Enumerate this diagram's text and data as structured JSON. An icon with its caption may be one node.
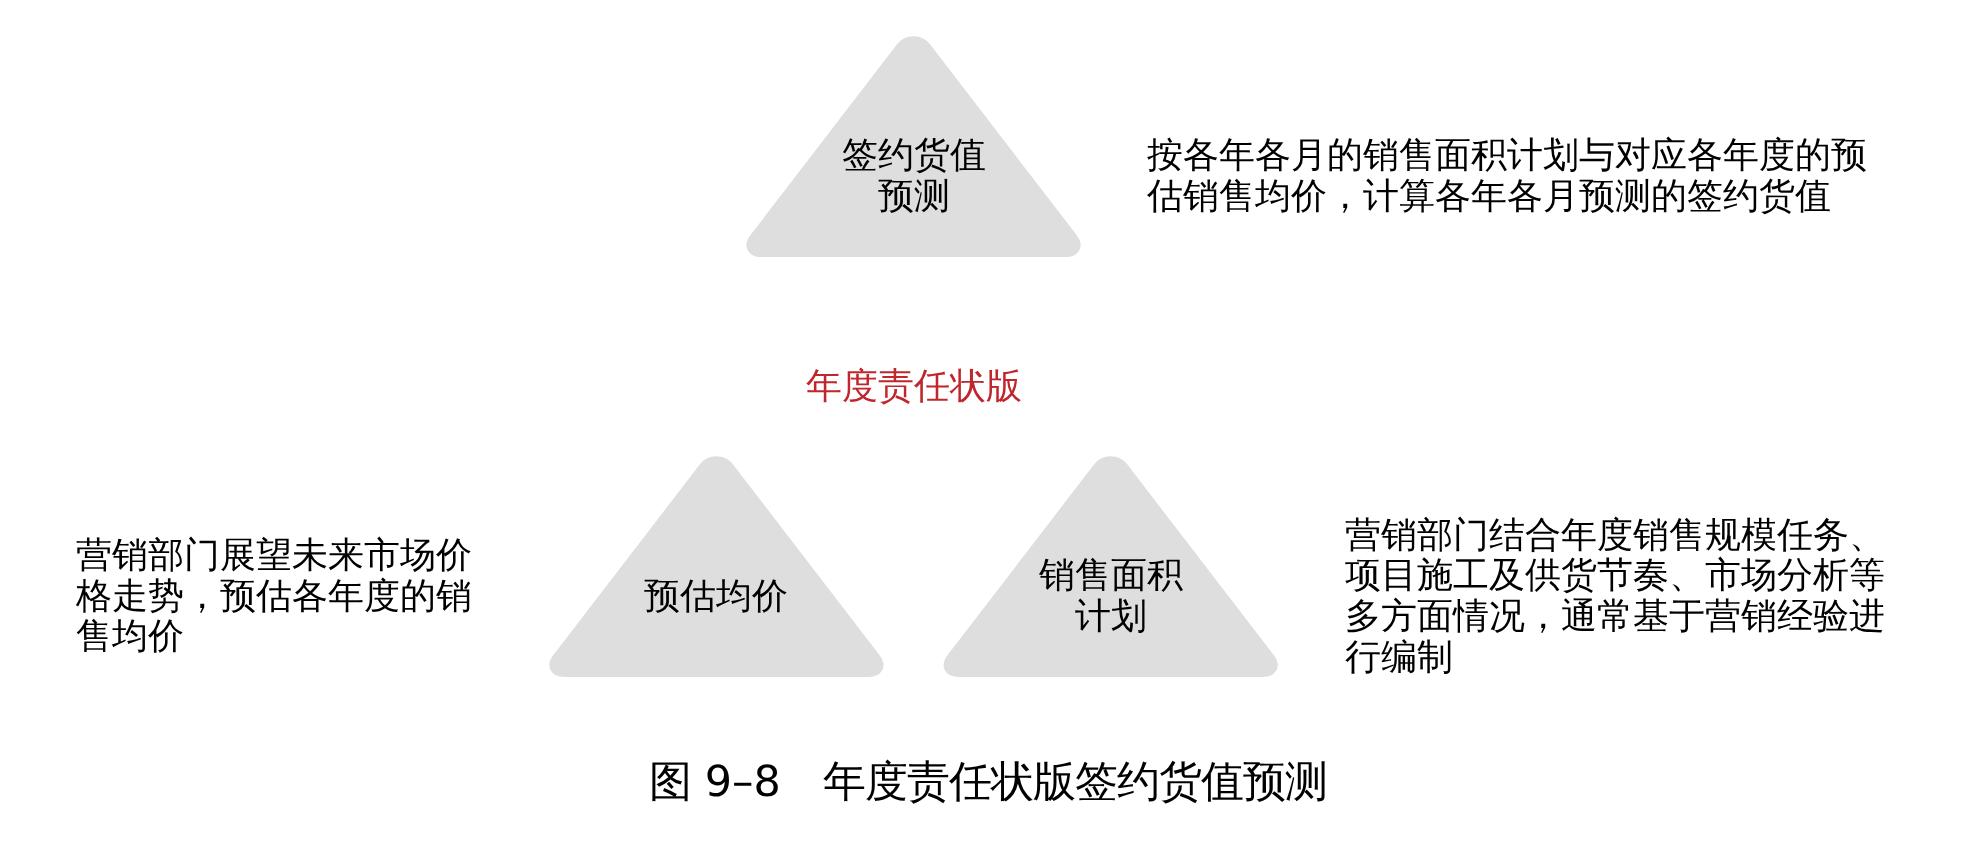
{
  "diagram": {
    "caption": "图 9–8　年度责任状版签约货值预测",
    "nodes": [
      {
        "text": [
          "签约货值预测"
        ],
        "beside": [
          "按各年各月的销售面积计划与对应各年度的预估销售均价，计算各年各月预测的签约货值"
        ]
      },
      {
        "text": [
          "预估均价"
        ],
        "beside": [
          "营销部门展望未来市场价格走势，预估各年度的销售均价"
        ]
      },
      {
        "text": [
          "销售面积计划"
        ],
        "beside": [
          "营销部门结合年度销售规模任务、项目施工及供货节奏、市场分析等多方面情况，通常基于营销经验进行编制"
        ]
      }
    ],
    "labels": [
      "年度责任状版"
    ]
  }
}
